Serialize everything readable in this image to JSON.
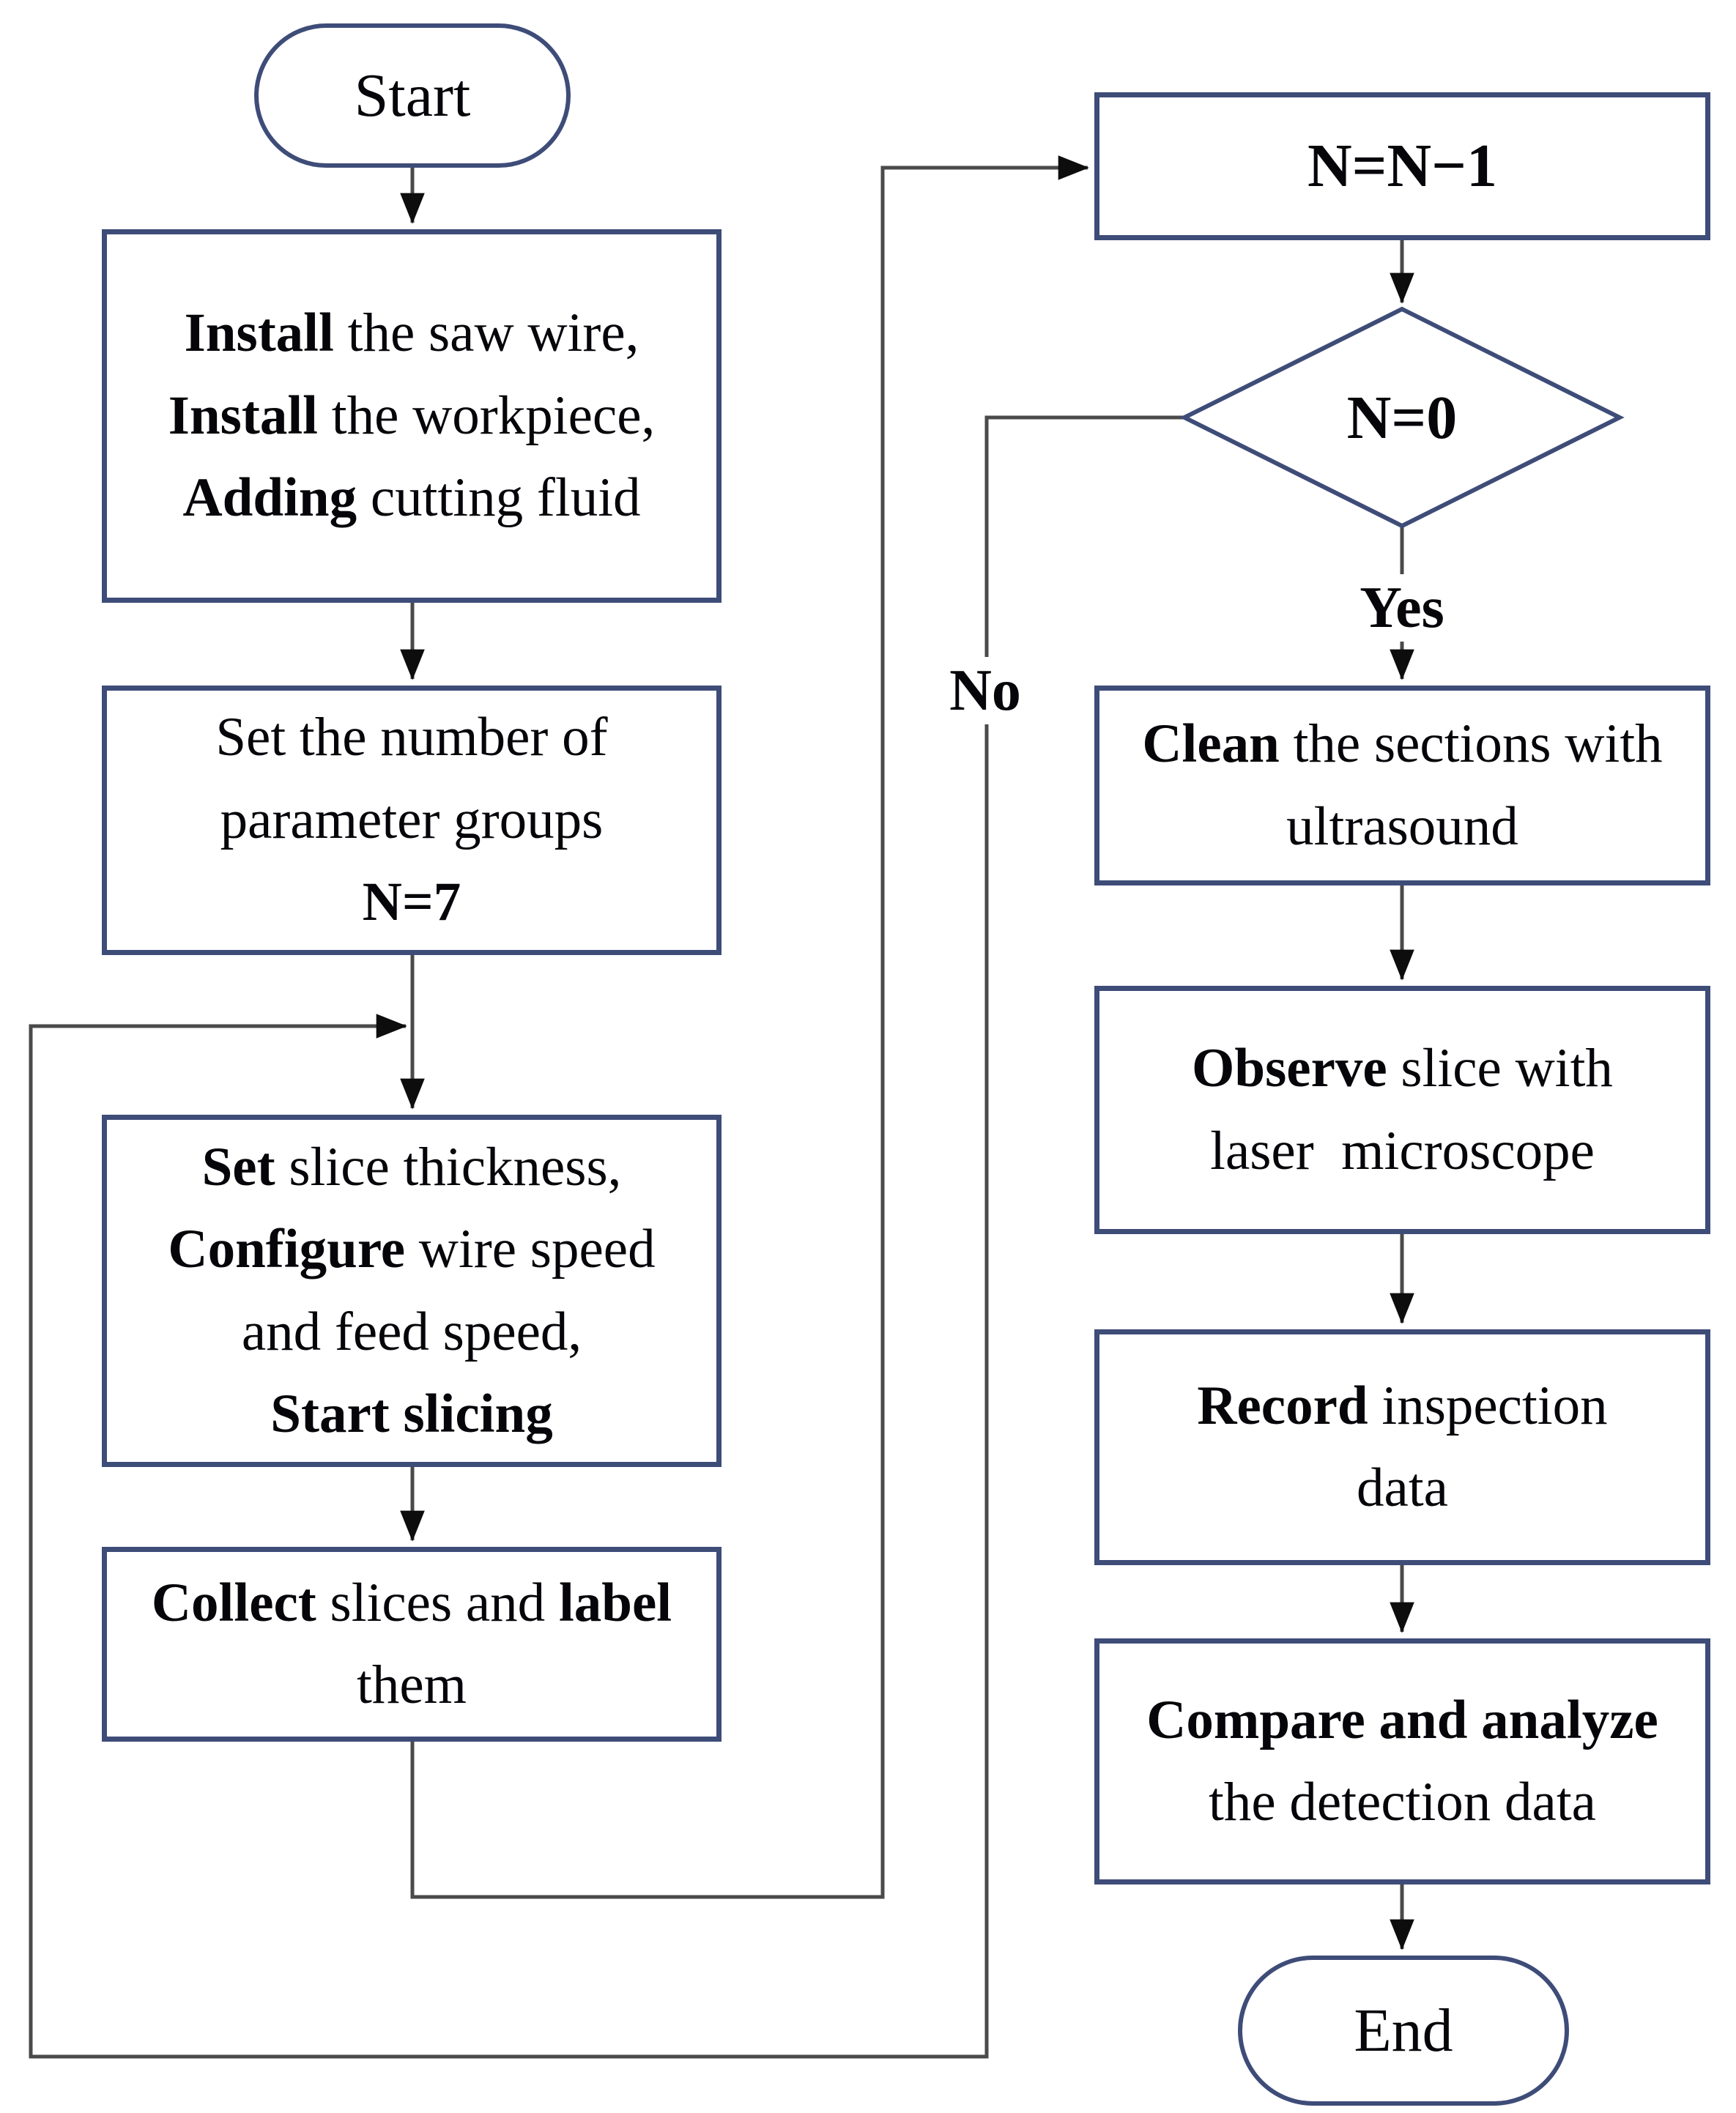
{
  "figure": {
    "type": "flowchart",
    "description_of_depicted_process": "wire saw slicing experiment procedure"
  },
  "colors": {
    "background": "#ffffff",
    "node_border": "#3e4c78",
    "connector_line": "#4a4a4a",
    "arrowhead": "#0d0d0d",
    "text": "#05050a"
  },
  "nodes": {
    "start": {
      "shape": "terminator",
      "lines": [
        [
          {
            "t": "Start",
            "b": false
          }
        ]
      ]
    },
    "install": {
      "shape": "process",
      "lines": [
        [
          {
            "t": "Install",
            "b": true
          },
          {
            "t": " the saw wire,",
            "b": false
          }
        ],
        [
          {
            "t": "Install",
            "b": true
          },
          {
            "t": " the workpiece,",
            "b": false
          }
        ],
        [
          {
            "t": "Adding",
            "b": true
          },
          {
            "t": " cutting fluid",
            "b": false
          }
        ]
      ]
    },
    "setnum": {
      "shape": "process",
      "lines": [
        [
          {
            "t": "Set the number of",
            "b": false
          }
        ],
        [
          {
            "t": "parameter groups",
            "b": false
          }
        ],
        [
          {
            "t": "N=7",
            "b": true
          }
        ]
      ]
    },
    "setslice": {
      "shape": "process",
      "lines": [
        [
          {
            "t": "Set",
            "b": true
          },
          {
            "t": " slice thickness,",
            "b": false
          }
        ],
        [
          {
            "t": "Configure",
            "b": true
          },
          {
            "t": " wire speed",
            "b": false
          }
        ],
        [
          {
            "t": "and feed speed,",
            "b": false
          }
        ],
        [
          {
            "t": "Start slicing",
            "b": true
          }
        ]
      ]
    },
    "collect": {
      "shape": "process",
      "lines": [
        [
          {
            "t": "Collect",
            "b": true
          },
          {
            "t": " slices and ",
            "b": false
          },
          {
            "t": "label",
            "b": true
          }
        ],
        [
          {
            "t": "them",
            "b": false
          }
        ]
      ]
    },
    "nn1": {
      "shape": "process",
      "lines": [
        [
          {
            "t": "N=N−1",
            "b": true
          }
        ]
      ]
    },
    "decision": {
      "shape": "decision",
      "lines": [
        [
          {
            "t": "N=0",
            "b": true
          }
        ]
      ]
    },
    "clean": {
      "shape": "process",
      "lines": [
        [
          {
            "t": "Clean",
            "b": true
          },
          {
            "t": " the sections with",
            "b": false
          }
        ],
        [
          {
            "t": "ultrasound",
            "b": false
          }
        ]
      ]
    },
    "observe": {
      "shape": "process",
      "lines": [
        [
          {
            "t": "Observe",
            "b": true
          },
          {
            "t": " slice with",
            "b": false
          }
        ],
        [
          {
            "t": "laser  microscope",
            "b": false
          }
        ]
      ]
    },
    "record": {
      "shape": "process",
      "lines": [
        [
          {
            "t": "Record",
            "b": true
          },
          {
            "t": " inspection",
            "b": false
          }
        ],
        [
          {
            "t": "data",
            "b": false
          }
        ]
      ]
    },
    "compare": {
      "shape": "process",
      "lines": [
        [
          {
            "t": "Compare and analyze",
            "b": true
          }
        ],
        [
          {
            "t": "the detection data",
            "b": false
          }
        ]
      ]
    },
    "end": {
      "shape": "terminator",
      "lines": [
        [
          {
            "t": "End",
            "b": false
          }
        ]
      ]
    }
  },
  "labels": {
    "yes": "Yes",
    "no": "No"
  }
}
